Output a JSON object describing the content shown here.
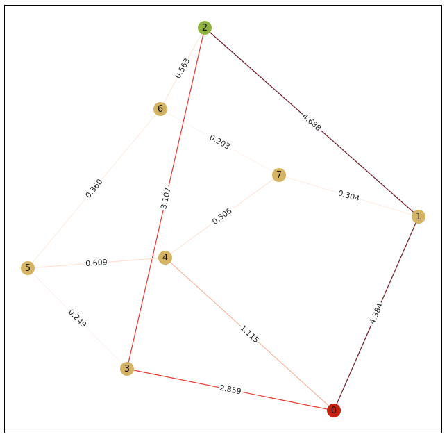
{
  "graph": {
    "nodes": [
      {
        "id": "0",
        "label": "0",
        "color": "#c4200e"
      },
      {
        "id": "1",
        "label": "1",
        "color": "#d4b463"
      },
      {
        "id": "2",
        "label": "2",
        "color": "#8fb23f"
      },
      {
        "id": "3",
        "label": "3",
        "color": "#d4b463"
      },
      {
        "id": "4",
        "label": "4",
        "color": "#d4b463"
      },
      {
        "id": "5",
        "label": "5",
        "color": "#d4b463"
      },
      {
        "id": "6",
        "label": "6",
        "color": "#d4b463"
      },
      {
        "id": "7",
        "label": "7",
        "color": "#d4b463"
      }
    ],
    "edges": [
      {
        "source": "2",
        "target": "1",
        "weight": "4.688",
        "color": "#6b1a24"
      },
      {
        "source": "1",
        "target": "0",
        "weight": "4.384",
        "color": "#6b1a24"
      },
      {
        "source": "2",
        "target": "3",
        "weight": "3.107",
        "color": "#e2372d"
      },
      {
        "source": "3",
        "target": "0",
        "weight": "2.859",
        "color": "#e63b2c"
      },
      {
        "source": "4",
        "target": "0",
        "weight": "1.115",
        "color": "#f7b69d"
      },
      {
        "source": "2",
        "target": "6",
        "weight": "0.563",
        "color": "#fde6da"
      },
      {
        "source": "6",
        "target": "5",
        "weight": "0.360",
        "color": "#fdeee4"
      },
      {
        "source": "6",
        "target": "7",
        "weight": "0.203",
        "color": "#fef4ef"
      },
      {
        "source": "7",
        "target": "1",
        "weight": "0.304",
        "color": "#fdeee6"
      },
      {
        "source": "7",
        "target": "4",
        "weight": "0.506",
        "color": "#fde7dc"
      },
      {
        "source": "5",
        "target": "4",
        "weight": "0.609",
        "color": "#fde1d4"
      },
      {
        "source": "5",
        "target": "3",
        "weight": "0.249",
        "color": "#fef3ed"
      }
    ]
  }
}
